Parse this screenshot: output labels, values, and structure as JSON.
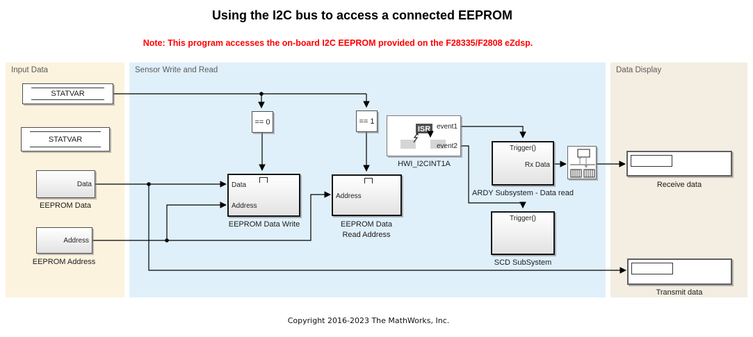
{
  "header": {
    "title": "Using the I2C bus to access a connected EEPROM",
    "note": "Note: This program accesses the on-board I2C EEPROM provided on the F28335/F2808 eZdsp."
  },
  "panels": {
    "input_data": {
      "label": "Input Data"
    },
    "sensor": {
      "label": "Sensor Write and Read"
    },
    "data_display": {
      "label": "Data Display"
    }
  },
  "blocks": {
    "statvar_top": {
      "name": "STATVAR"
    },
    "statvar_bottom": {
      "name": "STATVAR"
    },
    "eeprom_data": {
      "port_out": "Data",
      "label": "EEPROM Data"
    },
    "eeprom_address": {
      "port_out": "Address",
      "label": "EEPROM Address"
    },
    "compare_zero": {
      "text": "== 0"
    },
    "compare_one": {
      "text": "== 1"
    },
    "eeprom_data_write": {
      "port_data": "Data",
      "port_address": "Address",
      "label": "EEPROM Data Write"
    },
    "eeprom_data_read": {
      "port_address": "Address",
      "label_line1": "EEPROM Data",
      "label_line2": "Read Address"
    },
    "hwi_i2cint1a": {
      "isr_text": "ISR",
      "port_event1": "event1",
      "port_event2": "event2",
      "label": "HWI_I2CINT1A"
    },
    "ardy_subsystem": {
      "trigger_text": "Trigger()",
      "port_rx": "Rx Data",
      "label": "ARDY Subsystem - Data read"
    },
    "scd_subsystem": {
      "trigger_text": "Trigger()",
      "label": "SCD SubSystem"
    },
    "receive_display": {
      "label": "Receive data"
    },
    "transmit_display": {
      "label": "Transmit data"
    }
  },
  "footer": {
    "copyright": "Copyright 2016-2023 The MathWorks, Inc."
  },
  "colors": {
    "note_red": "#ff0000",
    "panel_input": "#fcf3df",
    "panel_sensor": "#e0f0fa",
    "panel_display": "#f3ede2",
    "wire": "#000000"
  }
}
